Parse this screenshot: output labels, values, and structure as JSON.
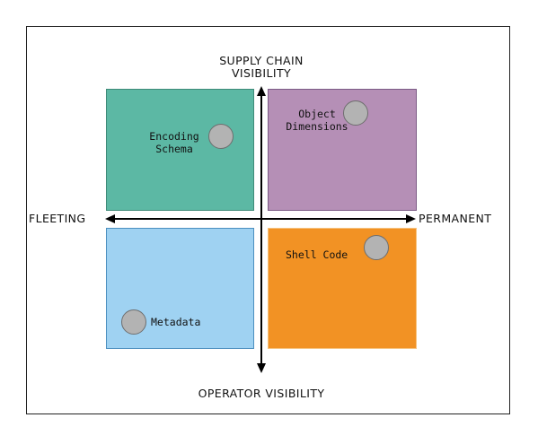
{
  "axes": {
    "top": [
      "SUPPLY CHAIN",
      "VISIBILITY"
    ],
    "bottom": "OPERATOR VISIBILITY",
    "left": "FLEETING",
    "right": "PERMANENT"
  },
  "quadrants": {
    "top_left": {
      "color": "#5cb8a4",
      "border": "#3e8a78"
    },
    "top_right": {
      "color": "#b58fb6",
      "border": "#7b5a85"
    },
    "bottom_left": {
      "color": "#9fd2f2",
      "border": "#4c8fbf"
    },
    "bottom_right": {
      "color": "#f29224",
      "border": "#f6c27e"
    }
  },
  "items": {
    "encoding_schema": [
      "Encoding",
      "Schema"
    ],
    "object_dimensions": [
      "Object",
      "Dimensions"
    ],
    "metadata": "Metadata",
    "shell_code": "Shell Code"
  }
}
